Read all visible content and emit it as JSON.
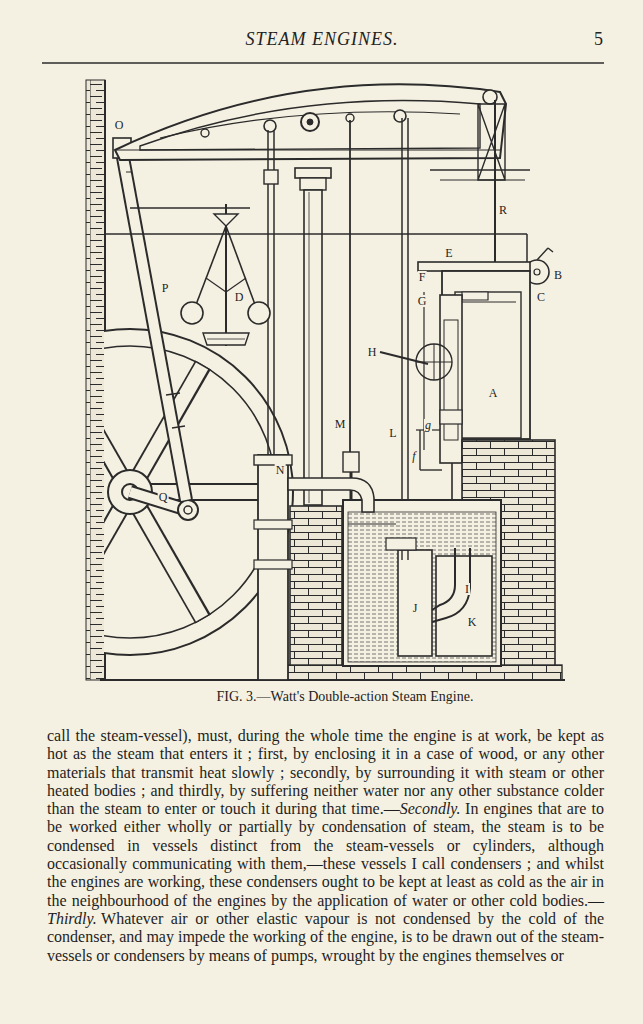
{
  "diagram": {
    "title": "STEAM ENGINES.",
    "caption": "FIG. 3.—Watt's Double-action Steam Engine.",
    "labels": [
      "5",
      "O",
      "R",
      "E",
      "F",
      "B",
      "C",
      "G",
      "P",
      "D",
      "H",
      "A",
      "M",
      "L",
      "g",
      "f",
      "N",
      "Q",
      "I",
      "J",
      "K",
      "call the steam-vessel), must, during the whole time the engine is at work, be kept as hot as the steam that enters it ; first, by enclosing it in a case of wood, or any other materials that transmit heat slowly ; secondly, by surrounding it with steam or other heated bodies ; and thirdly, by suffering neither water nor any other substance colder than the steam to enter or touch it during that time.—",
      "Secondly.",
      "In engines that are to be worked either wholly or partially by condensation of steam, the steam is to be condensed in vessels distinct from the steam-vessels or cylinders, although occasionally communicating with them,—these vessels I call condensers ; and whilst the engines are working, these condensers ought to be kept at least as cold as the air in the neighbourhood of the engines by the application of water or other cold bodies.—",
      "Thirdly.",
      "Whatever air or other elastic vapour is not condensed by the cold of the condenser, and may impede the working of the engine, is to be drawn out of the steam-vessels or condensers by means of pumps, wrought by the engines themselves or"
    ]
  }
}
